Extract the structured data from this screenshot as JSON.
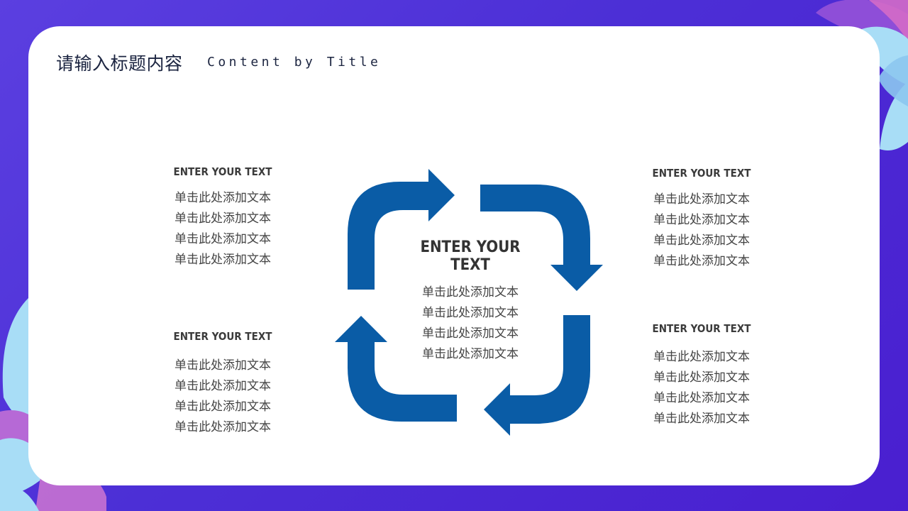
{
  "header": {
    "title_cn": "请输入标题内容",
    "title_en": "Content by Title"
  },
  "blocks": {
    "top_left": {
      "heading": "ENTER YOUR TEXT",
      "lines": [
        "单击此处添加文本",
        "单击此处添加文本",
        "单击此处添加文本",
        "单击此处添加文本"
      ]
    },
    "bottom_left": {
      "heading": "ENTER YOUR TEXT",
      "lines": [
        "单击此处添加文本",
        "单击此处添加文本",
        "单击此处添加文本",
        "单击此处添加文本"
      ]
    },
    "top_right": {
      "heading": "ENTER YOUR TEXT",
      "lines": [
        "单击此处添加文本",
        "单击此处添加文本",
        "单击此处添加文本",
        "单击此处添加文本"
      ]
    },
    "bottom_right": {
      "heading": "ENTER YOUR TEXT",
      "lines": [
        "单击此处添加文本",
        "单击此处添加文本",
        "单击此处添加文本",
        "单击此处添加文本"
      ]
    },
    "center": {
      "heading": "ENTER YOUR TEXT",
      "lines": [
        "单击此处添加文本",
        "单击此处添加文本",
        "单击此处添加文本",
        "单击此处添加文本"
      ]
    }
  },
  "colors": {
    "arrow": "#0a5ca6",
    "background": "#4f32da",
    "card": "#ffffff",
    "leaf_light": "#a9dcf5",
    "leaf_pink": "#c86bd6"
  },
  "icons": [
    "cycle-arrow-icon",
    "leaf-decoration-icon"
  ]
}
